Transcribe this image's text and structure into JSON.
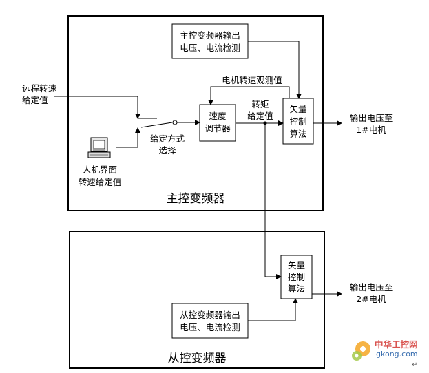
{
  "master": {
    "title": "主控变频器",
    "detect_box": [
      "主控变频器输出",
      "电压、电流检测"
    ],
    "speed_observe_label": "电机转速观测值",
    "remote_speed_label": [
      "远程转速",
      "给定值"
    ],
    "hmi_label": [
      "人机界面",
      "转速给定值"
    ],
    "select_mode_label": [
      "给定方式",
      "选择"
    ],
    "speed_regulator_box": [
      "速度",
      "调节器"
    ],
    "torque_label": [
      "转矩",
      "给定值"
    ],
    "vector_box": [
      "矢量",
      "控制",
      "算法"
    ],
    "output_label": [
      "输出电压至",
      "1#电机"
    ]
  },
  "slave": {
    "title": "从控变频器",
    "detect_box": [
      "从控变频器输出",
      "电压、电流检测"
    ],
    "vector_box": [
      "矢量",
      "控制",
      "算法"
    ],
    "output_label": [
      "输出电压至",
      "2#电机"
    ]
  },
  "watermark": {
    "text": "中华工控网",
    "url": "gkong.com"
  },
  "paragraph_mark": "↵"
}
